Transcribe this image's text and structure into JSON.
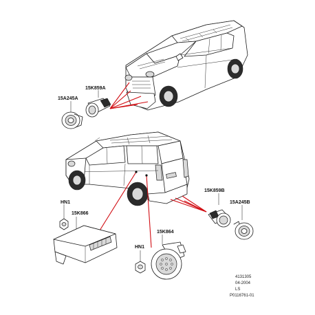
{
  "parts": {
    "front_bezel": "15A245A",
    "front_sensor": "15K859A",
    "rear_sensor": "15K859B",
    "rear_bezel": "15A245B",
    "module_nut": "HN1",
    "control_module": "15K866",
    "sounder": "15K864",
    "sounder_nut": "HN1"
  },
  "footer": {
    "code": "4131305",
    "date": "04-2004",
    "initials": "LS",
    "reference": "P0116761-01"
  },
  "colors": {
    "leader_lines": "#d10a10",
    "line_art": "#1a1a1a"
  }
}
